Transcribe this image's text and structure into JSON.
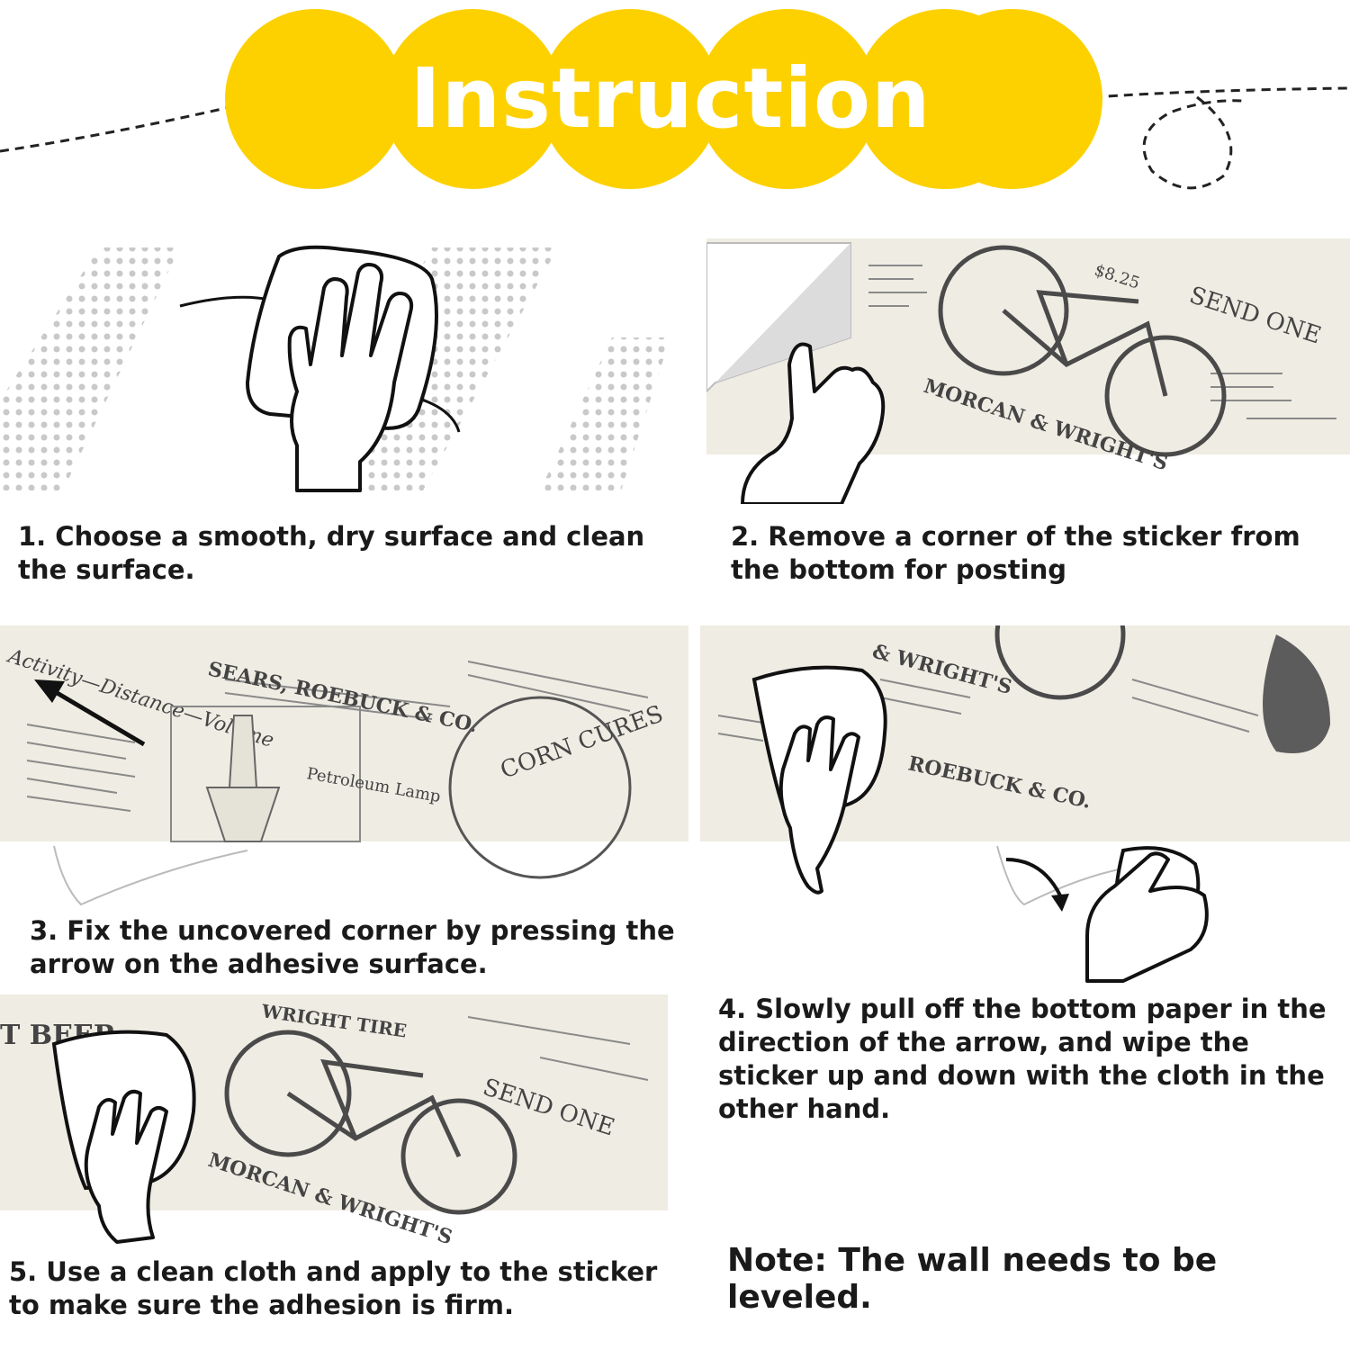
{
  "header": {
    "title": "Instruction Manual",
    "accent_color": "#fdd100"
  },
  "steps": [
    {
      "caption": "1. Choose a smooth, dry surface and clean the surface.",
      "icon": "hand-wiping-cloth-icon"
    },
    {
      "caption": "2. Remove a corner of the sticker from the bottom for posting",
      "icon": "hand-peeling-corner-icon"
    },
    {
      "caption": "3. Fix the uncovered corner by pressing the arrow on the adhesive surface.",
      "icon": "direction-arrow-icon"
    },
    {
      "caption": "4. Slowly pull off the bottom paper in the direction of the arrow, and wipe the sticker up and down with the cloth in the other hand.",
      "icon": "hand-pulling-backing-icon"
    },
    {
      "caption": "5. Use a clean cloth and apply to the sticker to make sure the adhesion is firm.",
      "icon": "hand-wiping-cloth-icon"
    }
  ],
  "note": "Note: The wall needs to be leveled.",
  "colors": {
    "paper": "#efece3",
    "print": "#4a4a4a",
    "text": "#1a1a1a"
  }
}
